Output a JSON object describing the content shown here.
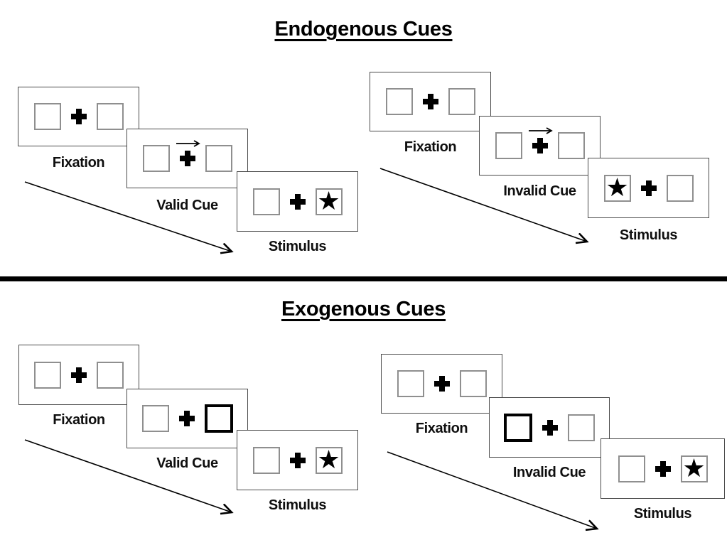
{
  "glyphs": {
    "star": "★"
  },
  "sections": {
    "endogenous": {
      "title": "Endogenous Cues",
      "valid": {
        "fixation": "Fixation",
        "cue": "Valid Cue",
        "stimulus": "Stimulus"
      },
      "invalid": {
        "fixation": "Fixation",
        "cue": "Invalid Cue",
        "stimulus": "Stimulus"
      }
    },
    "exogenous": {
      "title": "Exogenous Cues",
      "valid": {
        "fixation": "Fixation",
        "cue": "Valid Cue",
        "stimulus": "Stimulus"
      },
      "invalid": {
        "fixation": "Fixation",
        "cue": "Invalid Cue",
        "stimulus": "Stimulus"
      }
    }
  }
}
